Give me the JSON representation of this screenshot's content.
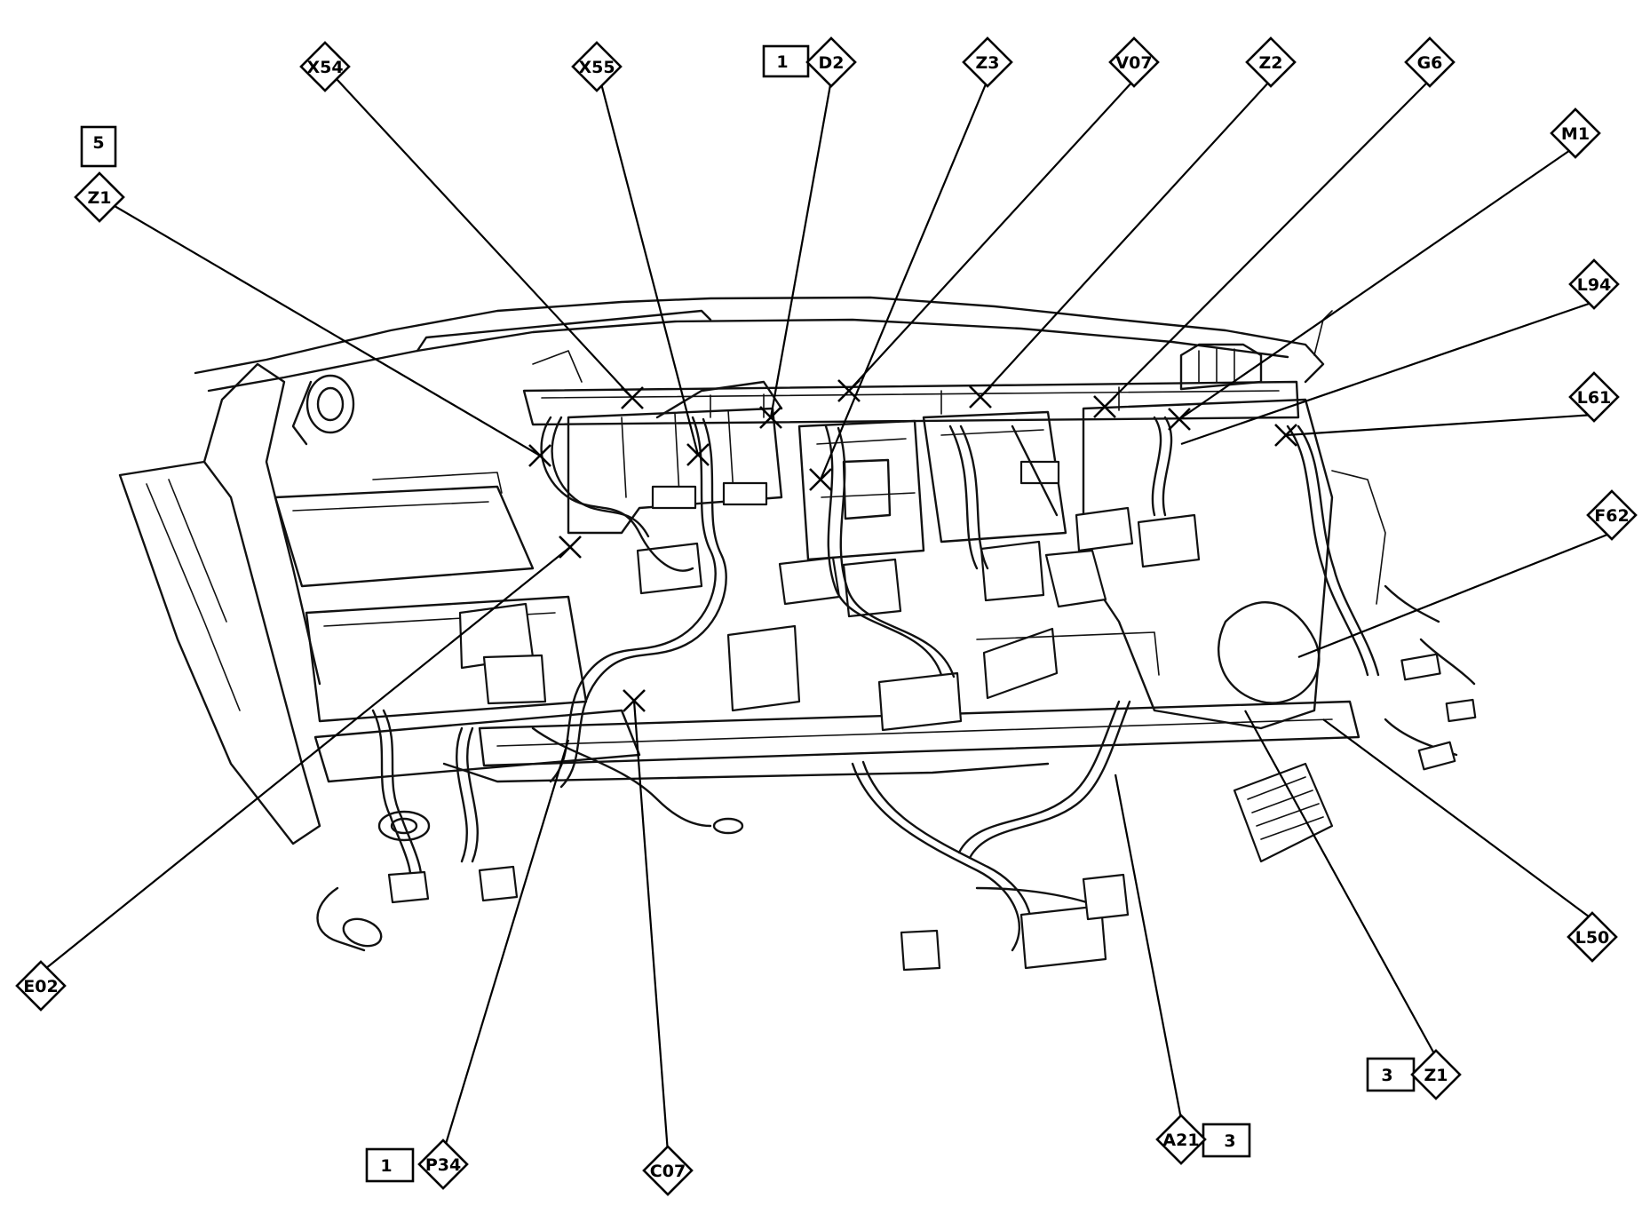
{
  "callouts": [
    {
      "id": "X54",
      "box": null
    },
    {
      "id": "X55",
      "box": null
    },
    {
      "id": "D2",
      "box": "1"
    },
    {
      "id": "Z3",
      "box": null
    },
    {
      "id": "V07",
      "box": null
    },
    {
      "id": "Z2",
      "box": null
    },
    {
      "id": "G6",
      "box": null
    },
    {
      "id": "M1",
      "box": null
    },
    {
      "id": "L94",
      "box": null
    },
    {
      "id": "L61",
      "box": null
    },
    {
      "id": "F62",
      "box": null
    },
    {
      "id": "L50",
      "box": null
    },
    {
      "id": "Z1",
      "box": "3"
    },
    {
      "id": "A21",
      "box": "3"
    },
    {
      "id": "C07",
      "box": null
    },
    {
      "id": "P34",
      "box": "1"
    },
    {
      "id": "E02",
      "box": null
    },
    {
      "id": "Z1",
      "box": "5"
    }
  ]
}
